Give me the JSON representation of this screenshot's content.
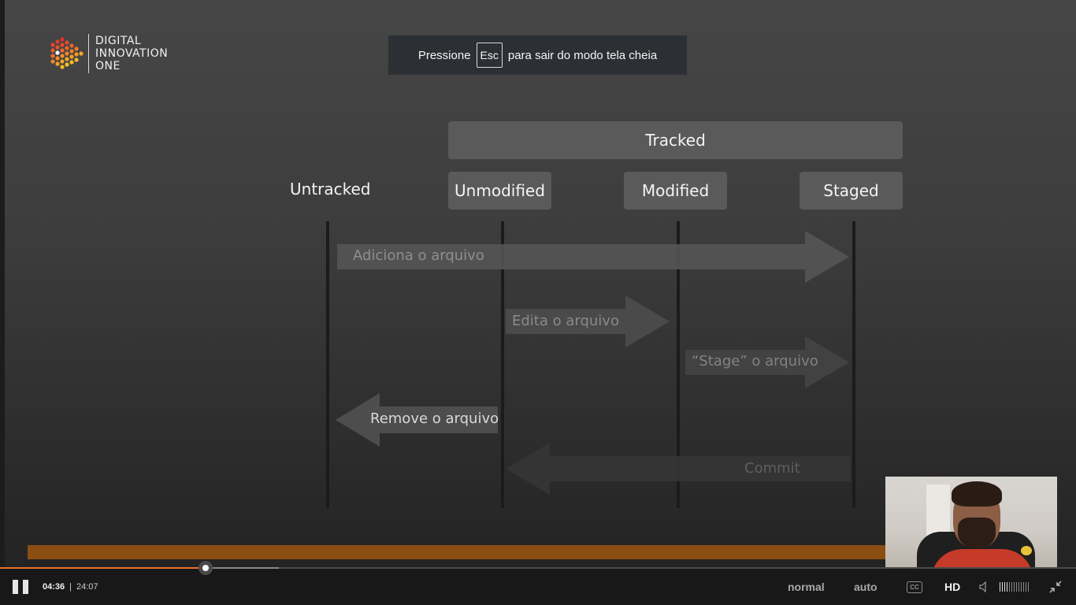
{
  "logo": {
    "lines": [
      "DIGITAL",
      "INNOVATION",
      "ONE"
    ],
    "icon": "play-dots-logo-icon"
  },
  "fullscreen_notice": {
    "prefix": "Pressione",
    "key": "Esc",
    "suffix": "para sair do modo tela cheia"
  },
  "diagram": {
    "group_label": "Tracked",
    "states": {
      "untracked": "Untracked",
      "unmodified": "Unmodified",
      "modified": "Modified",
      "staged": "Staged"
    },
    "actions": {
      "add": "Adiciona o arquivo",
      "edit": "Edita o arquivo",
      "stage": "“Stage” o arquivo",
      "remove": "Remove o arquivo",
      "commit": "Commit"
    }
  },
  "player": {
    "current_time": "04:36",
    "separator": "|",
    "duration": "24:07",
    "played_fraction": 0.191,
    "buffered_fraction": 0.259,
    "speed_label": "normal",
    "quality_mode": "auto",
    "cc_label": "CC",
    "hd_label": "HD",
    "volume_level": 0.3,
    "icons": {
      "pause": "pause-icon",
      "cc": "closed-captions-icon",
      "volume": "speaker-icon",
      "exit_fullscreen": "exit-fullscreen-icon"
    },
    "colors": {
      "progress": "#e8732b",
      "orange_strip": "#8a4d12"
    }
  }
}
